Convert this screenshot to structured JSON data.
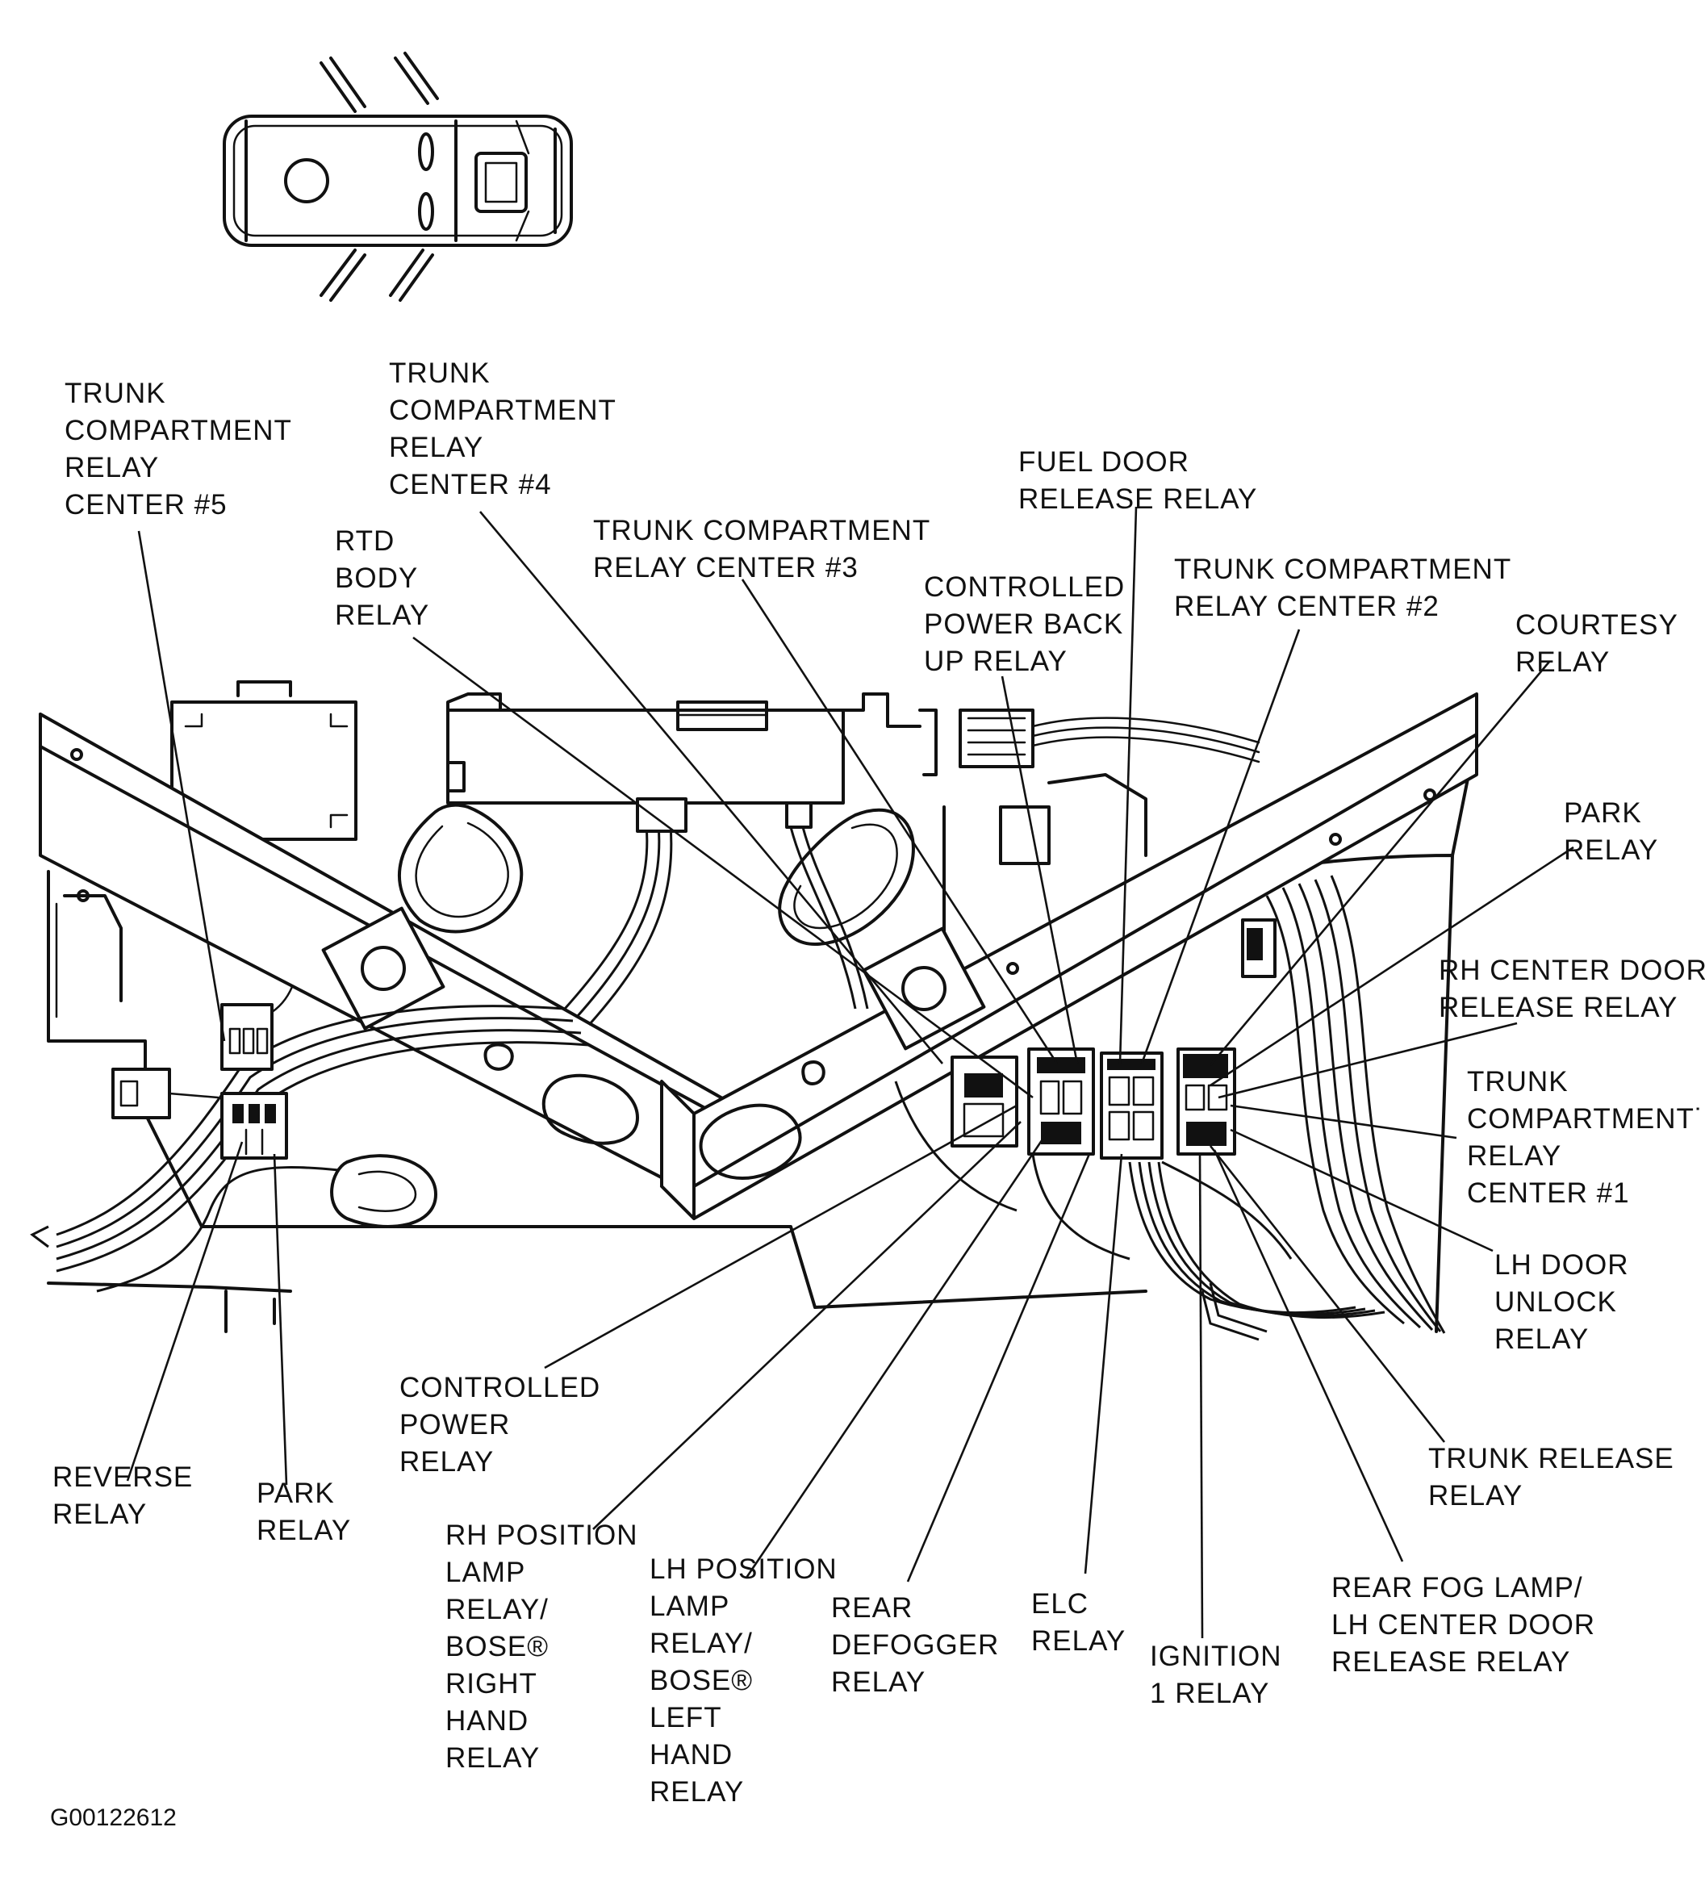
{
  "figure_code": "G00122612",
  "labels": {
    "trunk_relay_center_5": "TRUNK\nCOMPARTMENT\nRELAY\nCENTER #5",
    "trunk_relay_center_4": "TRUNK\nCOMPARTMENT\nRELAY\nCENTER #4",
    "rtd_body_relay": "RTD\nBODY\nRELAY",
    "trunk_relay_center_3": "TRUNK COMPARTMENT\nRELAY CENTER #3",
    "controlled_power_back_up_relay": "CONTROLLED\nPOWER BACK\nUP RELAY",
    "fuel_door_release_relay": "FUEL DOOR\nRELEASE RELAY",
    "trunk_relay_center_2": "TRUNK COMPARTMENT\nRELAY CENTER #2",
    "courtesy_relay": "COURTESY\nRELAY",
    "park_relay_right": "PARK\nRELAY",
    "rh_center_door_release_relay": "RH CENTER DOOR\nRELEASE RELAY",
    "trunk_relay_center_1": "TRUNK\nCOMPARTMENT˙\nRELAY\nCENTER #1",
    "lh_door_unlock_relay": "LH DOOR\nUNLOCK\nRELAY",
    "trunk_release_relay": "TRUNK RELEASE\nRELAY",
    "rear_fog_lamp_relay": "REAR FOG LAMP/\nLH CENTER DOOR\nRELEASE RELAY",
    "ignition_1_relay": "IGNITION\n1 RELAY",
    "elc_relay": "ELC\nRELAY",
    "rear_defogger_relay": "REAR\nDEFOGGER\nRELAY",
    "lh_position_lamp_relay": "LH POSITION\nLAMP\nRELAY/\nBOSE®\nLEFT\nHAND\nRELAY",
    "rh_position_lamp_relay": "RH POSITION\nLAMP\nRELAY/\nBOSE®\nRIGHT\nHAND\nRELAY",
    "controlled_power_relay": "CONTROLLED\nPOWER\nRELAY",
    "park_relay_left": "PARK\nRELAY",
    "reverse_relay": "REVERSE\nRELAY"
  }
}
